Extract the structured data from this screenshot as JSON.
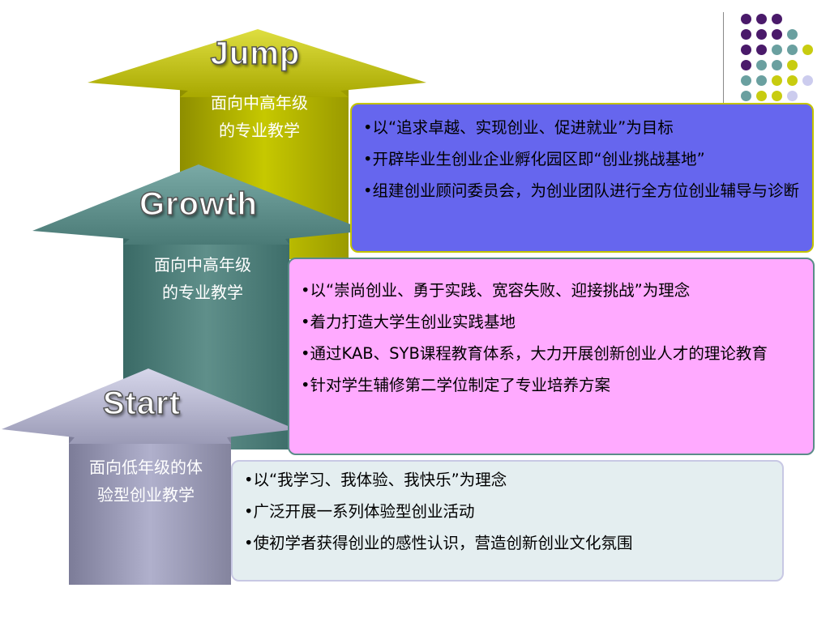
{
  "colors": {
    "jump_arrow": "#c4c400",
    "growth_arrow": "#5a8c88",
    "start_arrow": "#a8a8c4",
    "jump_box": "#6666ee",
    "growth_box": "#ffaaff",
    "start_box": "#e4eef0",
    "dot_purple": "#4a1a6a",
    "dot_teal": "#6aa0a0",
    "dot_yellow": "#c8cc10",
    "dot_lavender": "#ccccee",
    "dot_gray": "#888888"
  },
  "jump": {
    "title": "Jump",
    "subtitle_line1": "面向中高年级",
    "subtitle_line2": "的专业教学",
    "bullets": [
      "•以“追求卓越、实现创业、促进就业”为目标",
      "•开辟毕业生创业企业孵化园区即“创业挑战基地”",
      "•组建创业顾问委员会，为创业团队进行全方位创业辅导与诊断"
    ]
  },
  "growth": {
    "title": "Growth",
    "subtitle_line1": "面向中高年级",
    "subtitle_line2": "的专业教学",
    "bullets": [
      "•以“崇尚创业、勇于实践、宽容失败、迎接挑战”为理念",
      "•着力打造大学生创业实践基地",
      "•通过KAB、SYB课程教育体系，大力开展创新创业人才的理论教育",
      "•针对学生辅修第二学位制定了专业培养方案"
    ]
  },
  "start": {
    "title": "Start",
    "subtitle_line1": "面向低年级的体",
    "subtitle_line2": "验型创业教学",
    "bullets": [
      "•以“我学习、我体验、我快乐”为理念",
      "•广泛开展一系列体验型创业活动",
      "•使初学者获得创业的感性认识，营造创新创业文化氛围"
    ]
  }
}
